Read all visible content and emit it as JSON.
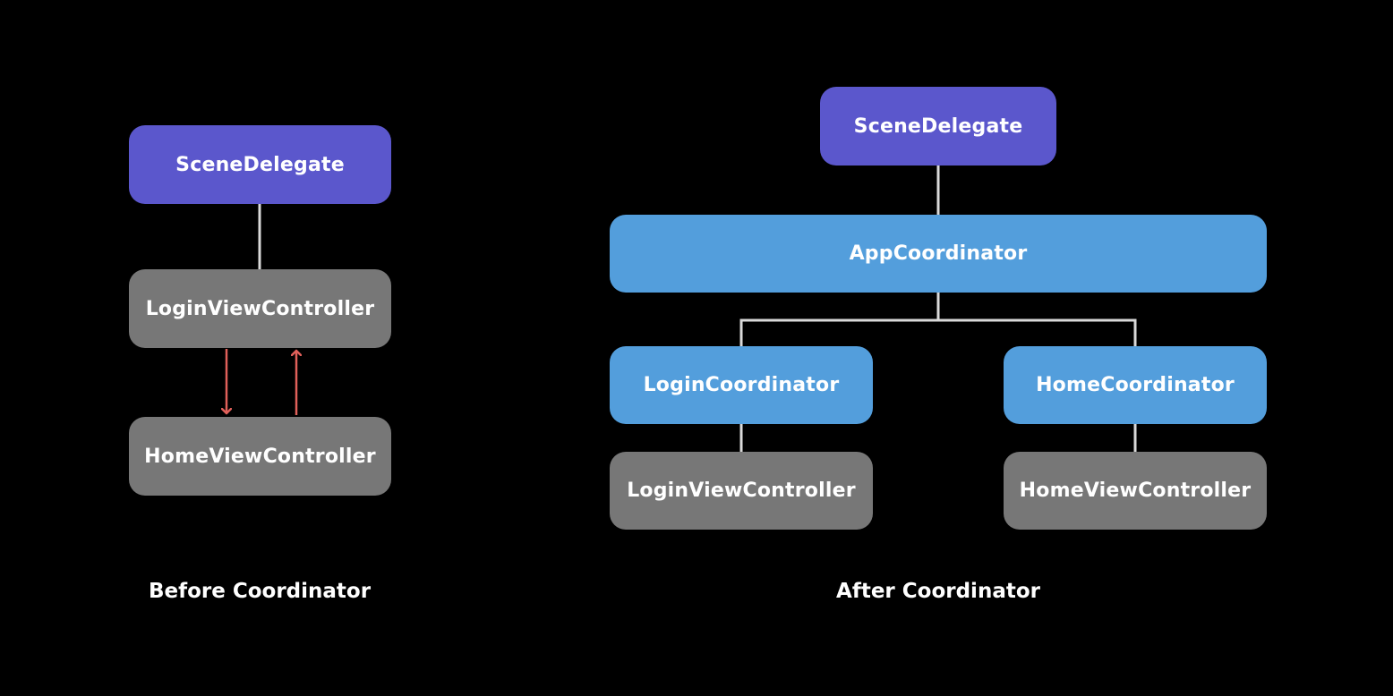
{
  "before": {
    "caption": "Before Coordinator",
    "nodes": {
      "scene_delegate": "SceneDelegate",
      "login_view_controller": "LoginViewController",
      "home_view_controller": "HomeViewController"
    }
  },
  "after": {
    "caption": "After Coordinator",
    "nodes": {
      "scene_delegate": "SceneDelegate",
      "app_coordinator": "AppCoordinator",
      "login_coordinator": "LoginCoordinator",
      "home_coordinator": "HomeCoordinator",
      "login_view_controller": "LoginViewController",
      "home_view_controller": "HomeViewController"
    }
  },
  "colors": {
    "background": "#000000",
    "scene_delegate": "#5b57cc",
    "coordinator": "#539edc",
    "view_controller": "#777777",
    "connector": "#d9d9d9",
    "arrow": "#e0605a"
  }
}
